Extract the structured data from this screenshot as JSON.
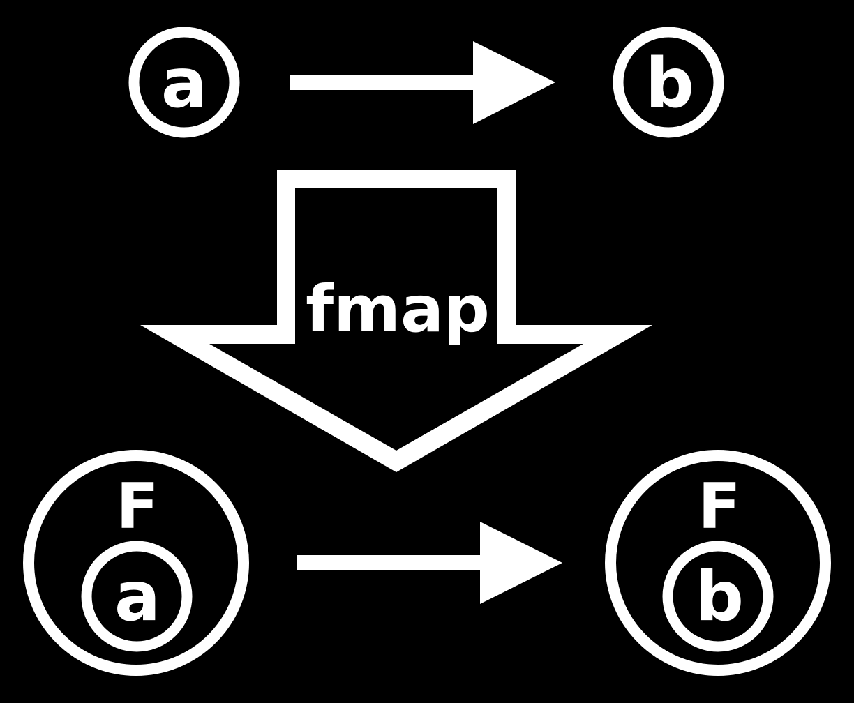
{
  "diagram": {
    "title": "Functor fmap diagram",
    "colors": {
      "background": "#000000",
      "foreground": "#ffffff"
    },
    "top_row": {
      "source": {
        "label": "a"
      },
      "arrow": {
        "icon": "right-arrow-icon"
      },
      "target": {
        "label": "b"
      }
    },
    "transform": {
      "label": "fmap",
      "icon": "down-arrow-icon"
    },
    "bottom_row": {
      "source": {
        "container_label": "F",
        "inner_label": "a"
      },
      "arrow": {
        "icon": "right-arrow-icon"
      },
      "target": {
        "container_label": "F",
        "inner_label": "b"
      }
    }
  }
}
